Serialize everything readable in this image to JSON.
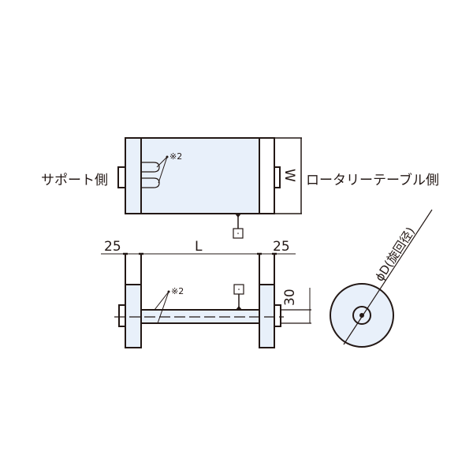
{
  "colors": {
    "line": "#231815",
    "fill": "#e8f0fa",
    "background": "#ffffff"
  },
  "top_view": {
    "left_label": "サポート側",
    "right_label": "ロータリーテーブル側",
    "width_dim": "W",
    "note": "※2"
  },
  "front_view": {
    "left_dim": "25",
    "center_dim": "L",
    "right_dim": "25",
    "height_dim": "30",
    "note": "※2"
  },
  "side_view": {
    "diameter_label": "ϕD(旋回径)"
  }
}
